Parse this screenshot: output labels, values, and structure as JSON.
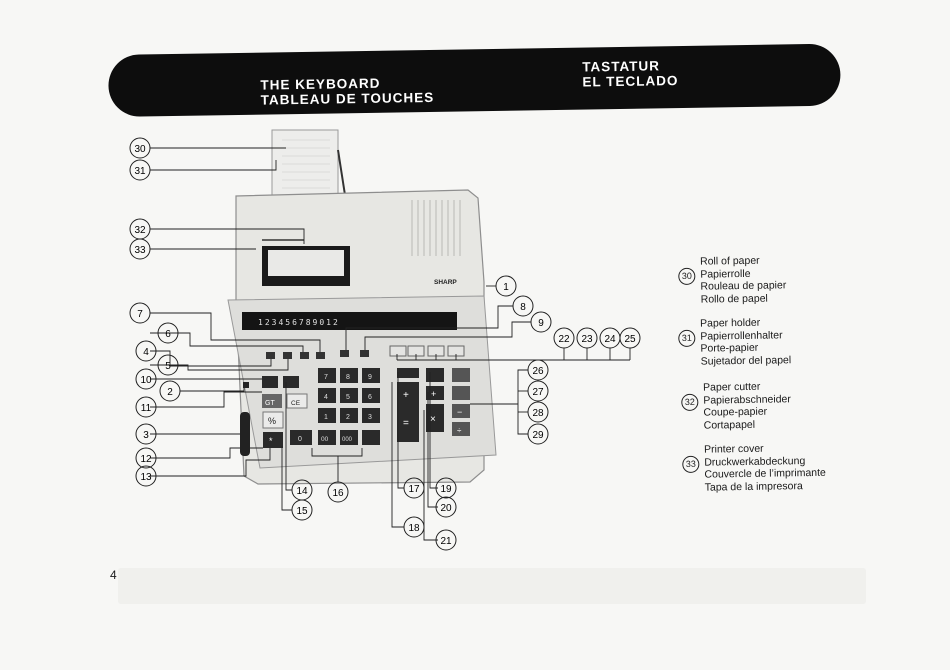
{
  "header": {
    "en": "THE KEYBOARD",
    "fr": "TABLEAU DE TOUCHES",
    "de": "TASTATUR",
    "es": "EL TECLADO"
  },
  "callouts": [
    "30",
    "31",
    "32",
    "33",
    "7",
    "6",
    "4",
    "5",
    "10",
    "2",
    "11",
    "3",
    "12",
    "13",
    "14",
    "15",
    "16",
    "17",
    "18",
    "19",
    "20",
    "21",
    "1",
    "8",
    "9",
    "22",
    "23",
    "24",
    "25",
    "26",
    "27",
    "28",
    "29"
  ],
  "legend": [
    {
      "num": "30",
      "lines": [
        "Roll of paper",
        "Papierrolle",
        "Rouleau de papier",
        "Rollo de papel"
      ]
    },
    {
      "num": "31",
      "lines": [
        "Paper holder",
        "Papierrollenhalter",
        "Porte-papier",
        "Sujetador del papel"
      ]
    },
    {
      "num": "32",
      "lines": [
        "Paper cutter",
        "Papierabschneider",
        "Coupe-papier",
        "Cortapapel"
      ]
    },
    {
      "num": "33",
      "lines": [
        "Printer cover",
        "Druckwerkabdeckung",
        "Couvercle de l’imprimante",
        "Tapa de la impresora"
      ]
    }
  ],
  "device": {
    "brand": "SHARP",
    "display_digits": "123456789012",
    "keys": {
      "gt": "GT",
      "ce": "CE",
      "percent": "%",
      "asterisk": "*",
      "double_zero": "00",
      "triple_zero": "000",
      "digits": [
        "7",
        "8",
        "9",
        "4",
        "5",
        "6",
        "1",
        "2",
        "3",
        "0"
      ],
      "plus": "+",
      "minus": "−",
      "equals": "=",
      "multiply": "×",
      "divide": "÷"
    }
  },
  "page_number": "4"
}
